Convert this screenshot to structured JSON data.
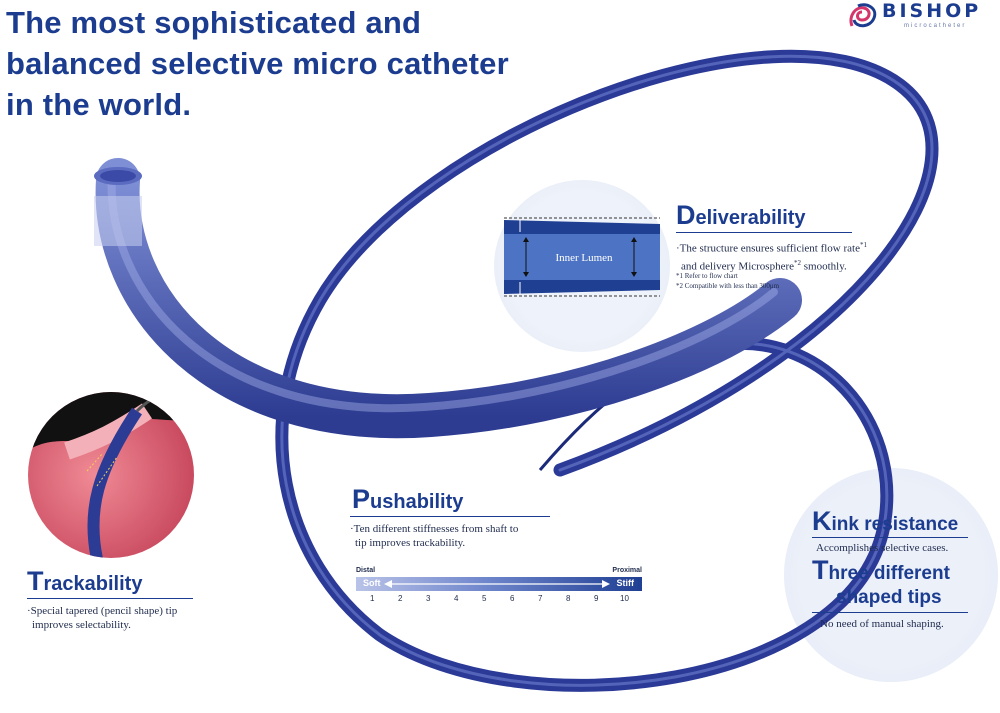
{
  "headline": {
    "lines": [
      "The most sophisticated and",
      "balanced selective micro catheter",
      "in the world."
    ]
  },
  "brand": {
    "name": "BISHOP",
    "sub": "microcatheter"
  },
  "deliverability": {
    "title_cap": "D",
    "title_rest": "eliverability",
    "desc_line1": "·The structure ensures sufficient flow rate",
    "desc_line1_sup": "*1",
    "desc_line2_a": "and delivery Microsphere",
    "desc_line2_sup": "*2",
    "desc_line2_b": " smoothly.",
    "note1": "*1 Refer to flow chart",
    "note2": "*2 Compatible with less than 300μm",
    "diagram_label": "Inner Lumen"
  },
  "pushability": {
    "title_cap": "P",
    "title_rest": "ushability",
    "desc_line1": "·Ten different stiffnesses from shaft to",
    "desc_line2": "tip improves trackability.",
    "scale": {
      "left_label": "Distal",
      "right_label": "Proximal",
      "soft": "Soft",
      "stiff": "Stiff",
      "ticks": [
        "1",
        "2",
        "3",
        "4",
        "5",
        "6",
        "7",
        "8",
        "9",
        "10"
      ]
    }
  },
  "trackability": {
    "title_cap": "T",
    "title_rest": "rackability",
    "desc_line1": "·Special tapered (pencil shape) tip",
    "desc_line2": "improves selectability."
  },
  "kink": {
    "title_cap": "K",
    "title_rest": "ink resistance",
    "desc": "Accomplishes selective cases."
  },
  "tips": {
    "title_cap": "T",
    "title_line1_rest": "hree different",
    "title_line2": "shaped tips",
    "desc": "No need of manual shaping."
  },
  "colors": {
    "brand_blue": "#1b3c8f",
    "catheter_blue": "#3d4fa8",
    "vessel_pink": "#d9556a",
    "bubble_bg": "#e6ebf6"
  }
}
